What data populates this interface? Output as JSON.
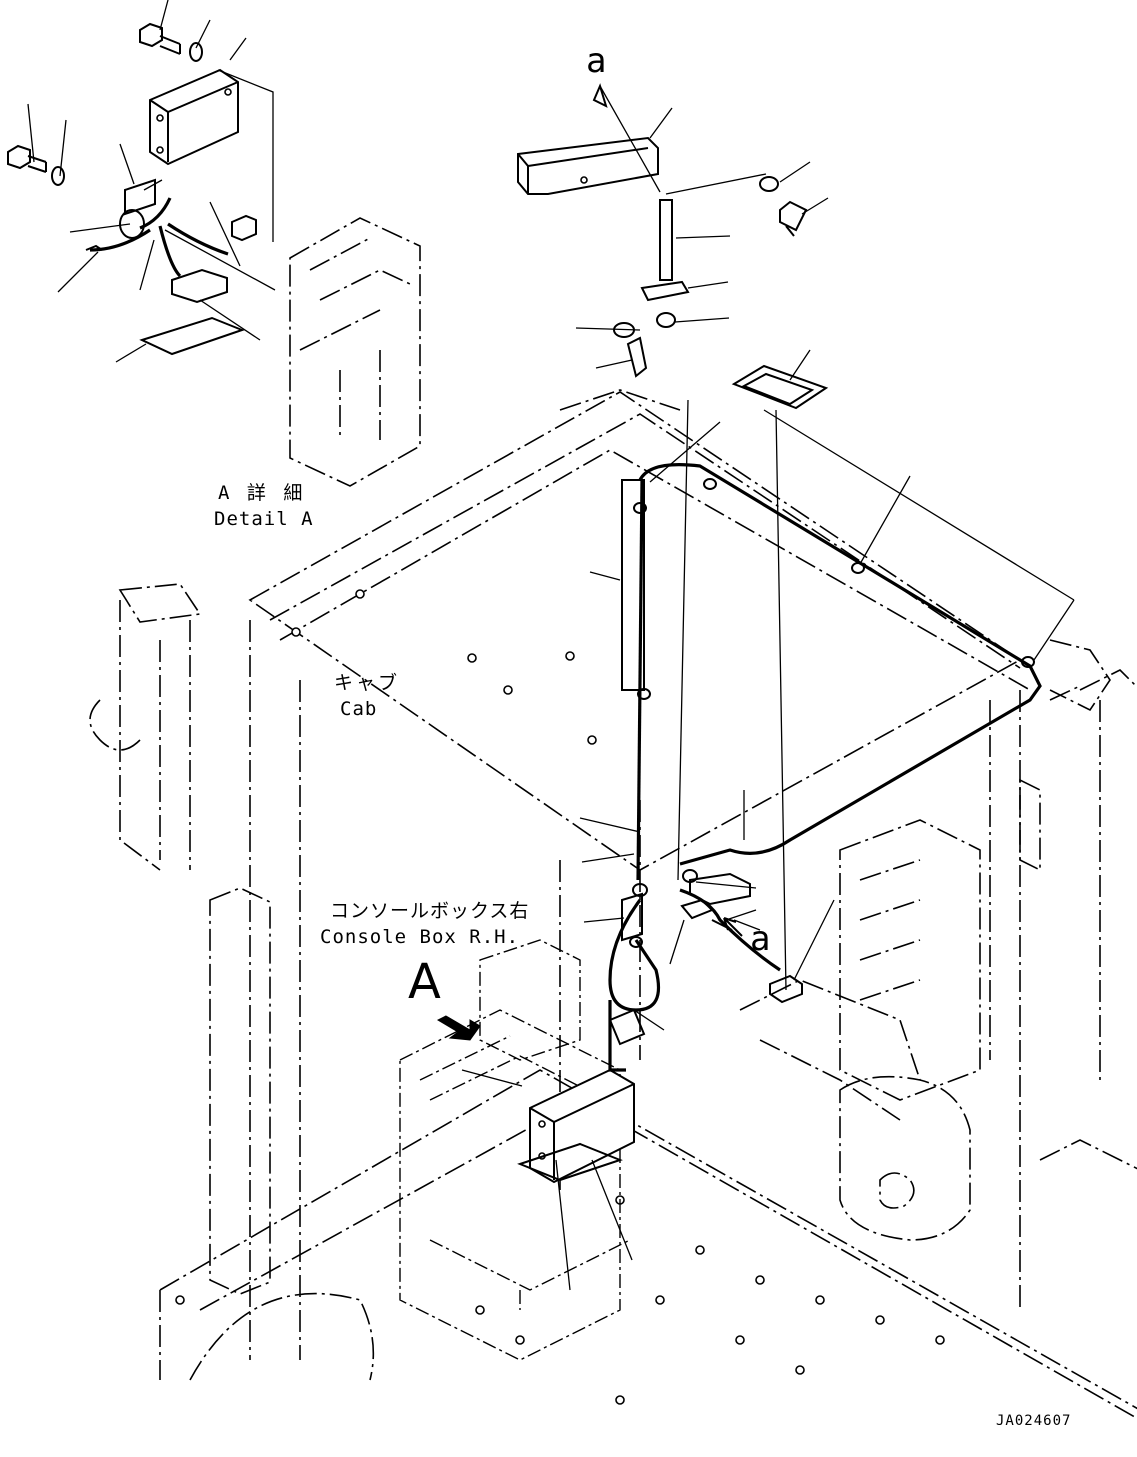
{
  "labels": {
    "view_ref_top": "a",
    "view_ref_bottom": "a",
    "detail_marker": "A",
    "detail_title_jp": "A 詳 細",
    "detail_title_en": "Detail A",
    "cab_jp": "キャブ",
    "cab_en": "Cab",
    "console_jp": "コンソールボックス右",
    "console_en": "Console Box R.H.",
    "drawing_code": "JA024607"
  },
  "colors": {
    "line": "#000000",
    "background": "#ffffff"
  }
}
